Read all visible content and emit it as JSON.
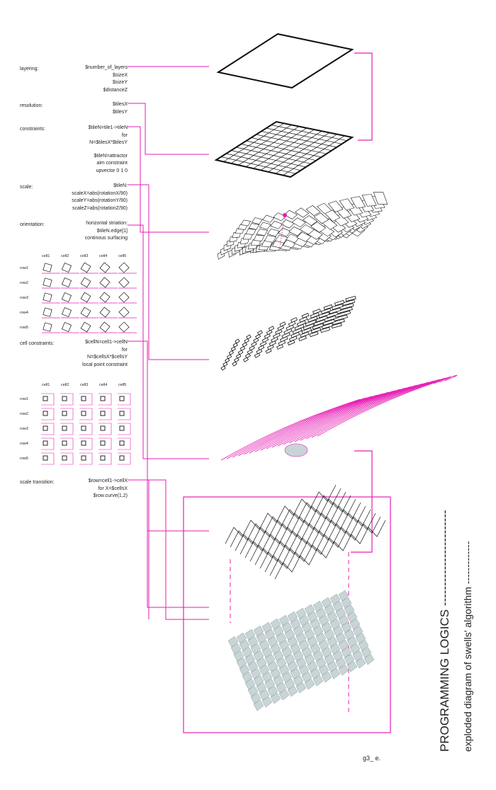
{
  "colors": {
    "accent": "#e61eb4",
    "ink": "#111111",
    "shade": "#c8d4d6"
  },
  "rows_left": [
    {
      "label": "layering:",
      "code": [
        "$number_of_layers",
        "$sizeX",
        "$sizeY",
        "$distanceZ"
      ]
    },
    {
      "label": "resolution:",
      "code": [
        "$tilesX",
        "$tilesY"
      ]
    },
    {
      "label": "constraints:",
      "code": [
        "$tileN=tile1->tileN",
        "for",
        "N=$tilesX*$tilesY",
        "",
        "$tileN=attractor",
        "aim constraint",
        "upvector 0 1 0"
      ]
    },
    {
      "label": "scale:",
      "code": [
        "$tileN:",
        "scaleX=abs(rotationX/90)",
        "scaleY=abs(rotationY/90)",
        "scaleZ=abs(rotationZ/90)"
      ]
    },
    {
      "label": "orientation:",
      "code": [
        "horizontal striation:",
        "$tileN.edge[1]",
        "continous surfacing"
      ]
    },
    {
      "label": "cell constraints:",
      "code": [
        "$cellN=cell1->cellN",
        "for",
        "N=$cellsX*$cellsY",
        "local point constraint"
      ]
    },
    {
      "label": "scale transition:",
      "code": [
        "$row=cell1->cellX",
        "for X=$cellsX",
        "$row.curve(1,2)"
      ]
    }
  ],
  "grid_a": {
    "cols": [
      "cell1",
      "cell2",
      "cell3",
      "cell4",
      "cell5"
    ],
    "rows": [
      "row1",
      "row2",
      "row3",
      "row4",
      "row5"
    ]
  },
  "grid_b": {
    "cols": [
      "cell1",
      "cell2",
      "cell3",
      "cell4",
      "cell5"
    ],
    "rows": [
      "row1",
      "row2",
      "row3",
      "row4",
      "row5"
    ]
  },
  "title": "PROGRAMMING LOGICS ------------------------",
  "subtitle": "exploded diagram of swells' algorithm  -------------",
  "footer": "g3_ e."
}
